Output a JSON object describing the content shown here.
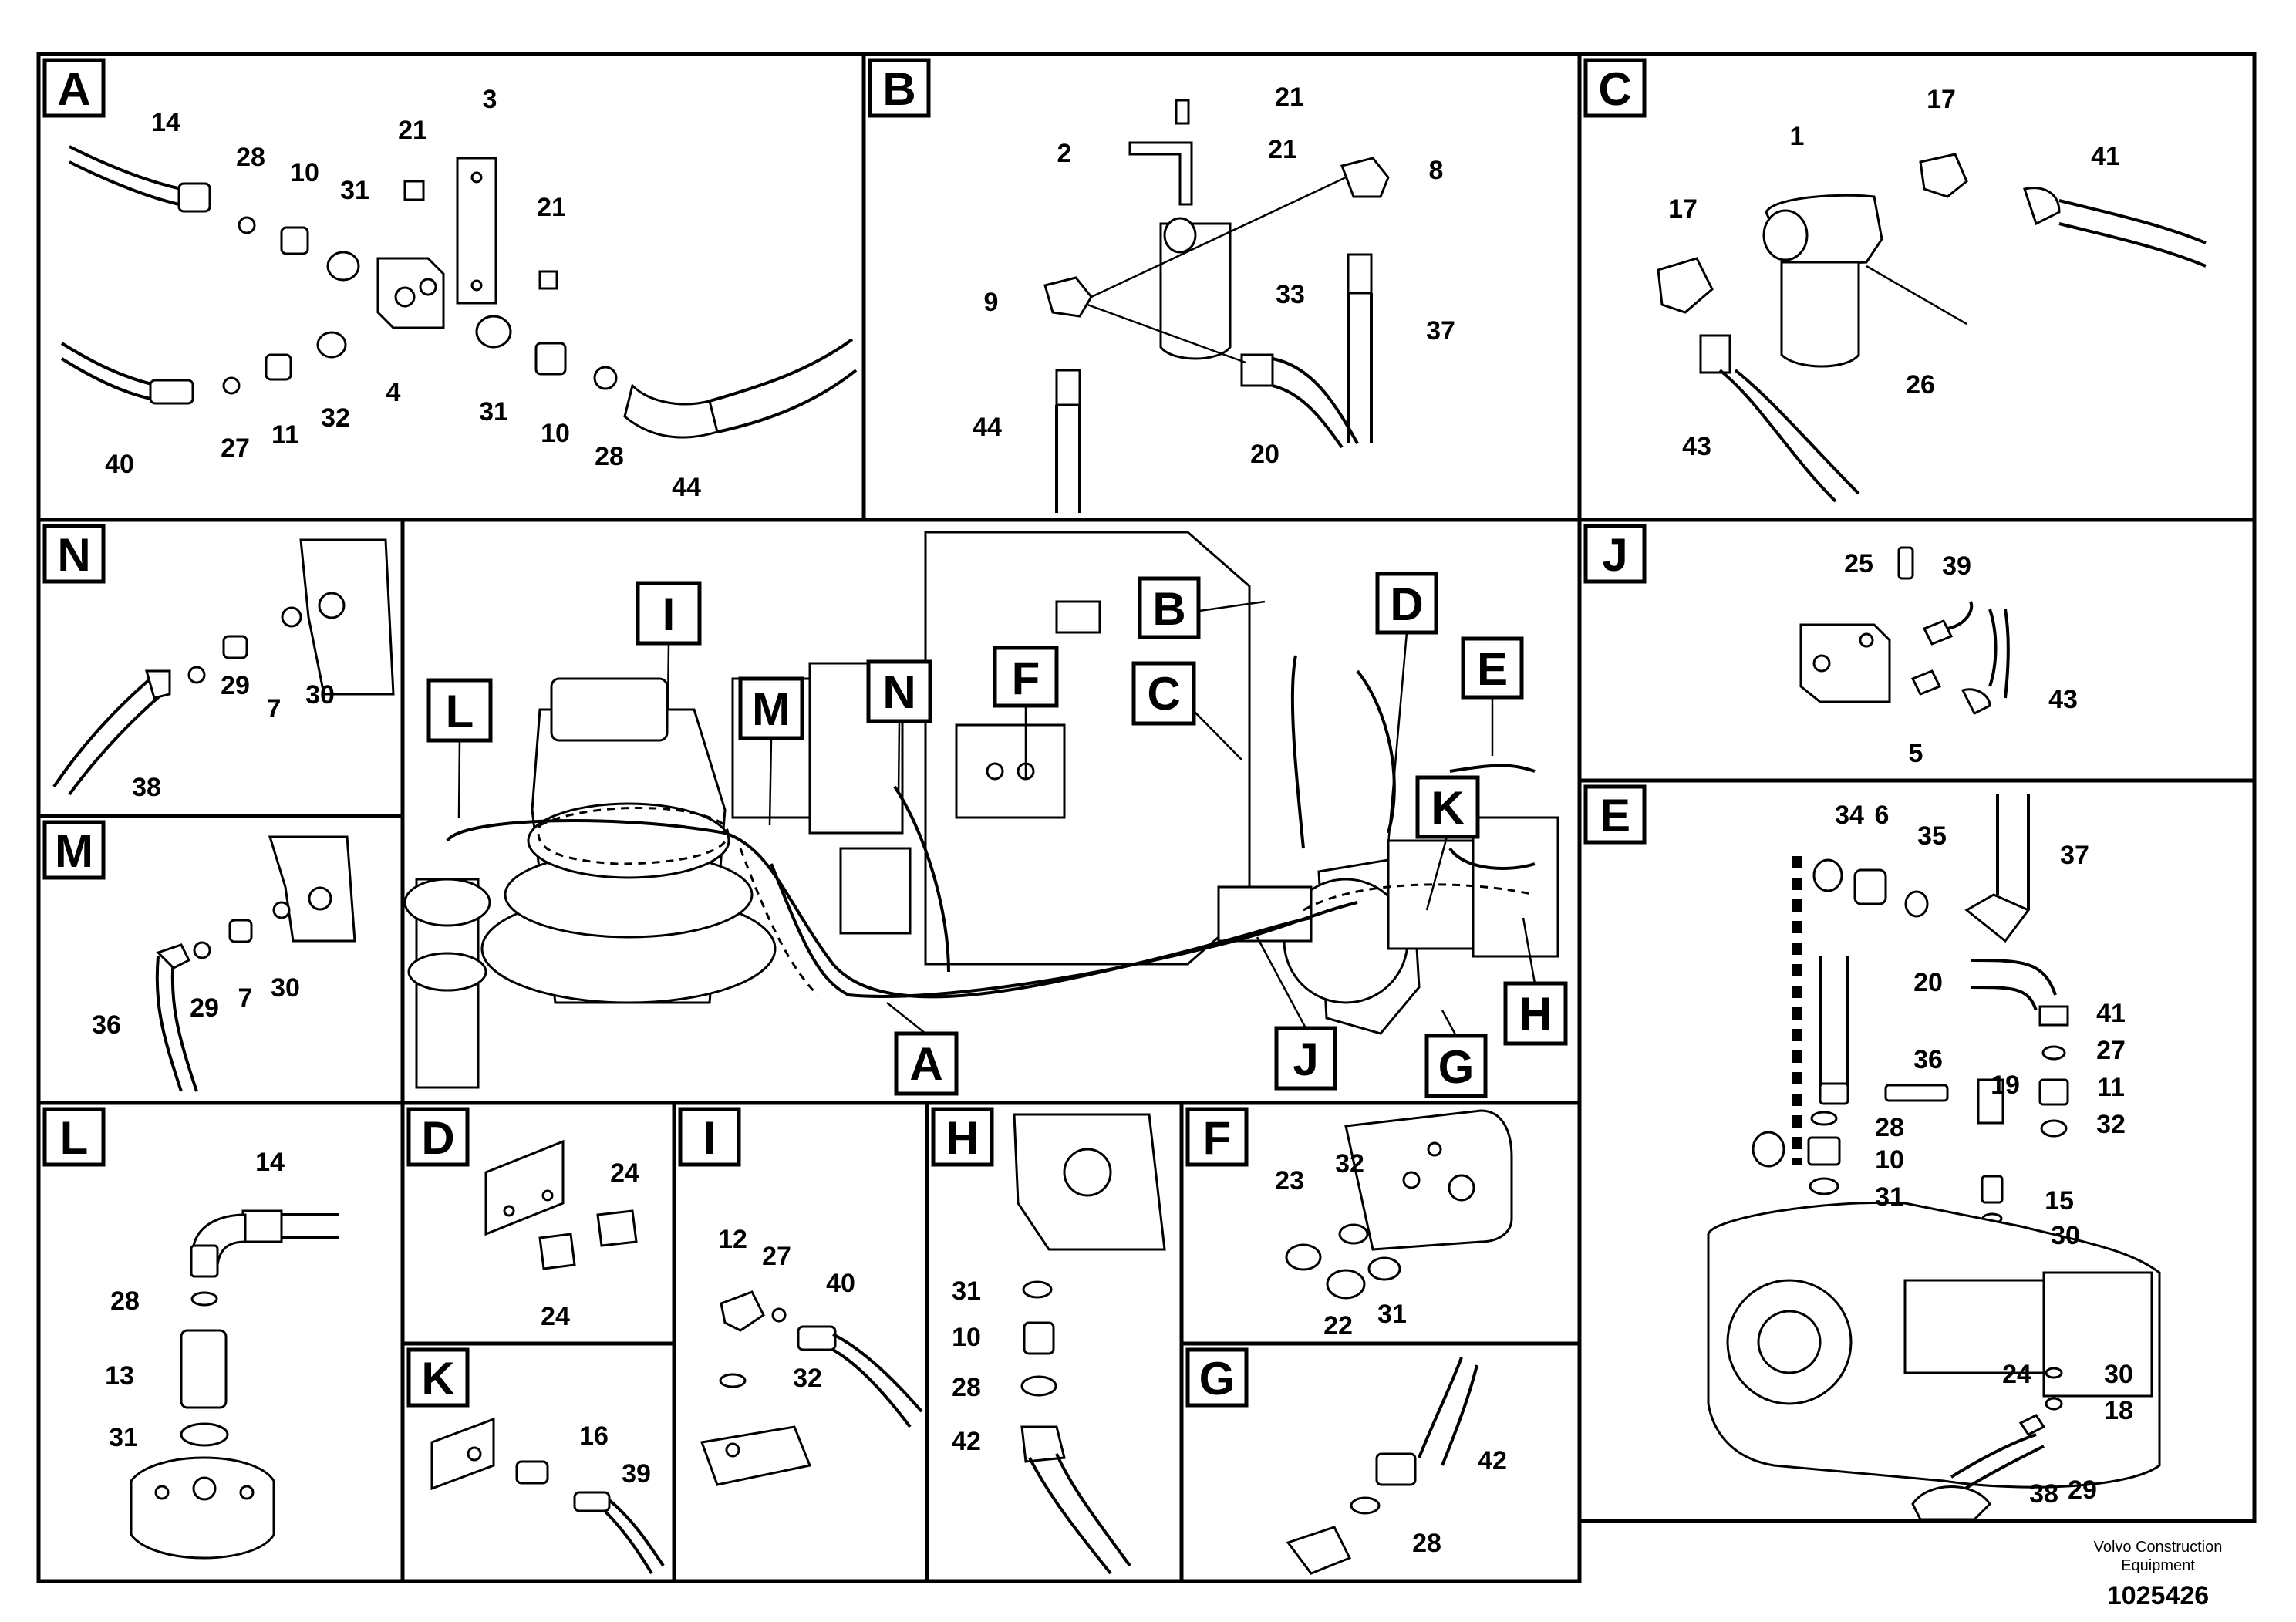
{
  "panels": {
    "A": {
      "tag": "A",
      "callouts": [
        "14",
        "28",
        "10",
        "31",
        "21",
        "3",
        "21",
        "40",
        "27",
        "11",
        "32",
        "4",
        "31",
        "10",
        "28",
        "44"
      ]
    },
    "B": {
      "tag": "B",
      "callouts": [
        "21",
        "2",
        "21",
        "8",
        "9",
        "33",
        "37",
        "44",
        "20"
      ]
    },
    "C": {
      "tag": "C",
      "callouts": [
        "1",
        "17",
        "41",
        "17",
        "26",
        "43"
      ]
    },
    "N": {
      "tag": "N",
      "callouts": [
        "29",
        "7",
        "30",
        "38"
      ]
    },
    "M": {
      "tag": "M",
      "callouts": [
        "36",
        "29",
        "7",
        "30"
      ]
    },
    "J": {
      "tag": "J",
      "callouts": [
        "25",
        "39",
        "43",
        "5"
      ]
    },
    "E": {
      "tag": "E",
      "callouts": [
        "34",
        "6",
        "35",
        "37",
        "20",
        "41",
        "36",
        "27",
        "19",
        "11",
        "28",
        "32",
        "10",
        "31",
        "15",
        "30",
        "30",
        "24",
        "18",
        "38",
        "29"
      ]
    },
    "L": {
      "tag": "L",
      "callouts": [
        "14",
        "28",
        "13",
        "31"
      ]
    },
    "D": {
      "tag": "D",
      "callouts": [
        "24",
        "24"
      ]
    },
    "I": {
      "tag": "I",
      "callouts": [
        "12",
        "27",
        "40",
        "32"
      ]
    },
    "H": {
      "tag": "H",
      "callouts": [
        "31",
        "10",
        "28",
        "42"
      ]
    },
    "F": {
      "tag": "F",
      "callouts": [
        "23",
        "32",
        "22",
        "31"
      ]
    },
    "K": {
      "tag": "K",
      "callouts": [
        "16",
        "39"
      ]
    },
    "G": {
      "tag": "G",
      "callouts": [
        "42",
        "28"
      ]
    }
  },
  "overview_tags": [
    "B",
    "D",
    "I",
    "L",
    "M",
    "N",
    "F",
    "C",
    "E",
    "K",
    "J",
    "G",
    "H",
    "A"
  ],
  "footer": {
    "company_line1": "Volvo Construction",
    "company_line2": "Equipment",
    "document_number": "1025426"
  }
}
